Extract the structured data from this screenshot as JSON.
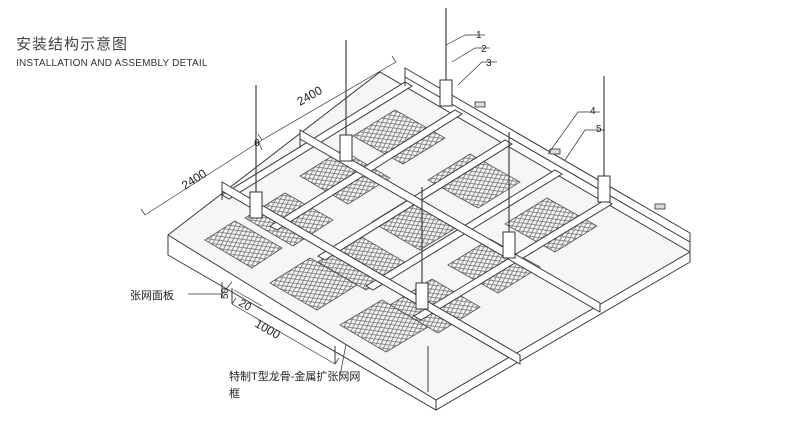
{
  "header": {
    "title": "安装结构示意图",
    "subtitle": "INSTALLATION AND ASSEMBLY DETAIL"
  },
  "callouts": [
    "1",
    "2",
    "3",
    "4",
    "5",
    "6"
  ],
  "dimensions": {
    "top_length": "2400",
    "left_length": "2400",
    "module_length": "1000",
    "flange": "20",
    "height": "50"
  },
  "labels": {
    "panel": "张网面板",
    "keel_line1": "特制T型龙骨-金属扩张网网",
    "keel_line2": "框"
  },
  "colors": {
    "line": "#3a3a3a",
    "mesh": "#7a7a7a",
    "panel_fill": "#f4f4f4"
  }
}
